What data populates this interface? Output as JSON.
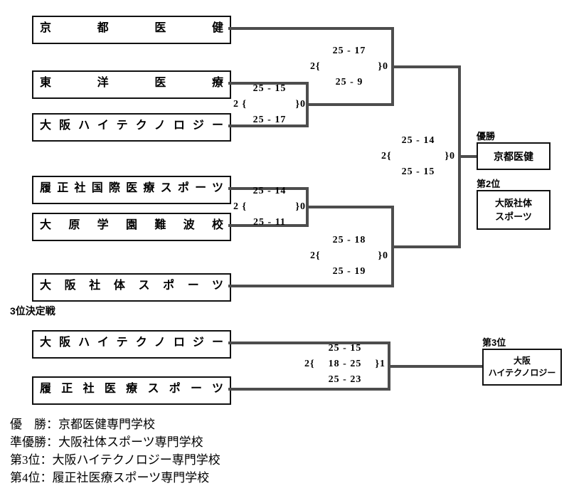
{
  "bracket": {
    "teams": [
      "京都医健",
      "東洋医療",
      "大阪ハイテクノロジー",
      "履正社国際医療スポーツ",
      "大原学園難波校",
      "大阪社体スポーツ",
      "大阪ハイテクノロジー",
      "履正社医療スポーツ"
    ],
    "matches": {
      "quarter_top": {
        "set1": "25 - 15",
        "mid_left": "2 {",
        "mid_center": "",
        "mid_right": "}0",
        "set3": "25 - 17"
      },
      "semi_top": {
        "set1": "25 - 17",
        "mid_left": "2{",
        "mid_center": "",
        "mid_right": "}0",
        "set3": "25 - 9"
      },
      "quarter_bottom": {
        "set1": "25 - 14",
        "mid_left": "2 {",
        "mid_center": "",
        "mid_right": "}0",
        "set3": "25 - 11"
      },
      "semi_bottom": {
        "set1": "25 - 18",
        "mid_left": "2{",
        "mid_center": "",
        "mid_right": "}0",
        "set3": "25 - 19"
      },
      "final": {
        "set1": "25 - 14",
        "mid_left": "2{",
        "mid_center": "",
        "mid_right": "}0",
        "set3": "25 - 15"
      },
      "third_place": {
        "set1": "25 - 15",
        "mid_left": "2{",
        "mid_center": "18 - 25",
        "mid_right": "}1",
        "set3": "25 - 23"
      }
    },
    "third_place_match_label": "3位決定戦",
    "results": {
      "champion_label": "優勝",
      "champion_name": "京都医健",
      "second_label": "第2位",
      "second_name_line1": "大阪社体",
      "second_name_line2": "スポーツ",
      "third_label": "第3位",
      "third_name_line1": "大阪",
      "third_name_line2": "ハイテクノロジー"
    }
  },
  "summary": {
    "lines": [
      "優　勝：京都医健専門学校",
      "準優勝：大阪社体スポーツ専門学校",
      "第3位：大阪ハイテクノロジー専門学校",
      "第4位：履正社医療スポーツ専門学校"
    ]
  }
}
